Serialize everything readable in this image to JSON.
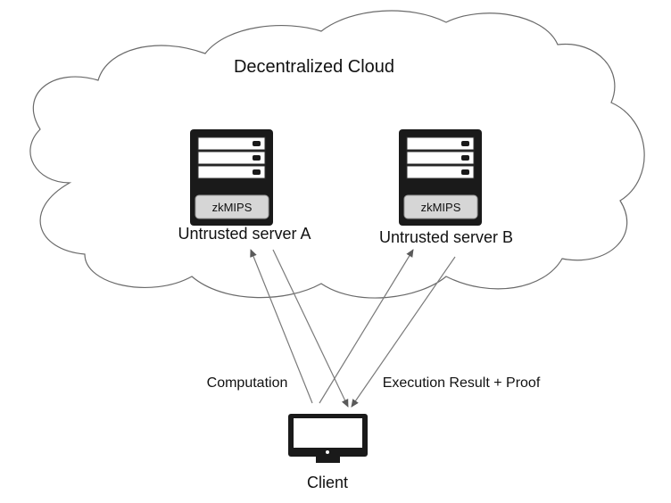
{
  "diagram": {
    "cloud_title": "Decentralized Cloud",
    "server_a": {
      "chip": "zkMIPS",
      "label": "Untrusted server A"
    },
    "server_b": {
      "chip": "zkMIPS",
      "label": "Untrusted server B"
    },
    "computation_label": "Computation",
    "result_label": "Execution Result + Proof",
    "client_label": "Client"
  }
}
